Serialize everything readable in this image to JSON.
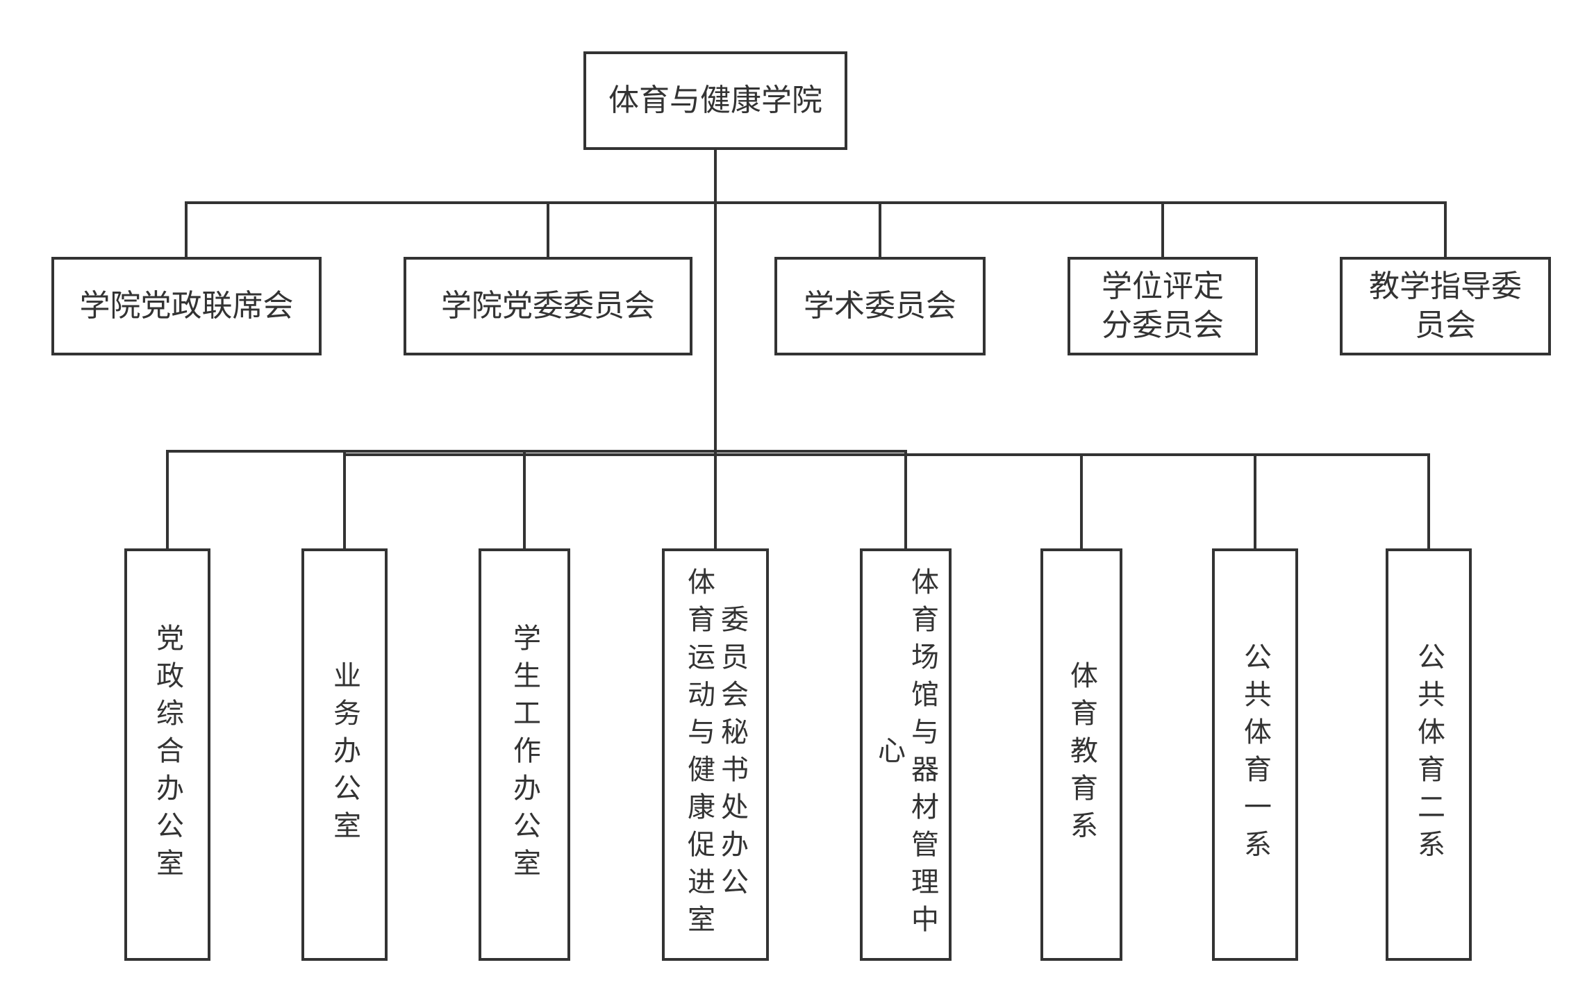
{
  "root": {
    "label": "体育与健康学院"
  },
  "committees": [
    {
      "label": "学院党政联席会"
    },
    {
      "label": "学院党委委员会"
    },
    {
      "label": "学术委员会"
    },
    {
      "label": "学位评定分委员会"
    },
    {
      "label": "教学指导委员会"
    }
  ],
  "departments": [
    {
      "label": "党政综合办公室"
    },
    {
      "label": "业务办公室"
    },
    {
      "label": "学生工作办公室"
    },
    {
      "label": "委员会秘书处办公\n体育运动与健康促进室"
    },
    {
      "label": "体育场馆与器材管理中心"
    },
    {
      "label": "体育教育系"
    },
    {
      "label": "公共体育一系"
    },
    {
      "label": "公共体育二系"
    }
  ],
  "colors": {
    "line": "#333333",
    "box_fill": "#ffffff",
    "text": "#333333"
  }
}
